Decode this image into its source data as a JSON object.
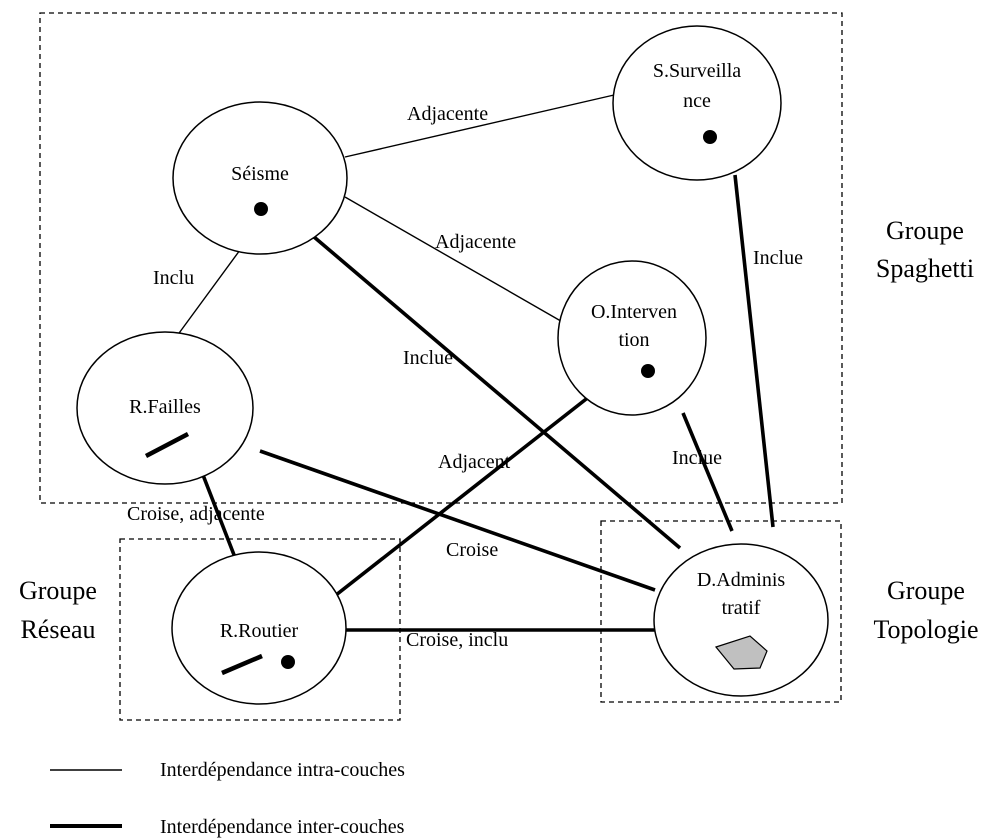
{
  "groups": {
    "spaghetti": [
      "Groupe",
      "Spaghetti"
    ],
    "reseau": [
      "Groupe",
      "Réseau"
    ],
    "topologie": [
      "Groupe",
      "Topologie"
    ]
  },
  "nodes": {
    "seisme": [
      "Séisme"
    ],
    "surveillance": [
      "S.Surveilla",
      "nce"
    ],
    "intervention": [
      "O.Interven",
      "tion"
    ],
    "failles": [
      "R.Failles"
    ],
    "routier": [
      "R.Routier"
    ],
    "administratif": [
      "D.Adminis",
      "tratif"
    ]
  },
  "edges": {
    "seisme_surveillance": "Adjacente",
    "seisme_intervention": "Adjacente",
    "seisme_failles": "Inclu",
    "surveillance_admin": "Inclue",
    "seisme_admin": "Inclue",
    "intervention_admin": "Inclue",
    "intervention_routier": "Adjacent",
    "failles_routier": "Croise, adjacente",
    "failles_admin": "Croise",
    "routier_admin": "Croise, inclu"
  },
  "legend": {
    "intra": "Interdépendance intra-couches",
    "inter": "Interdépendance inter-couches"
  },
  "colors": {
    "stroke": "#000000",
    "polygon_fill": "#c0c0c0",
    "background": "#ffffff"
  }
}
